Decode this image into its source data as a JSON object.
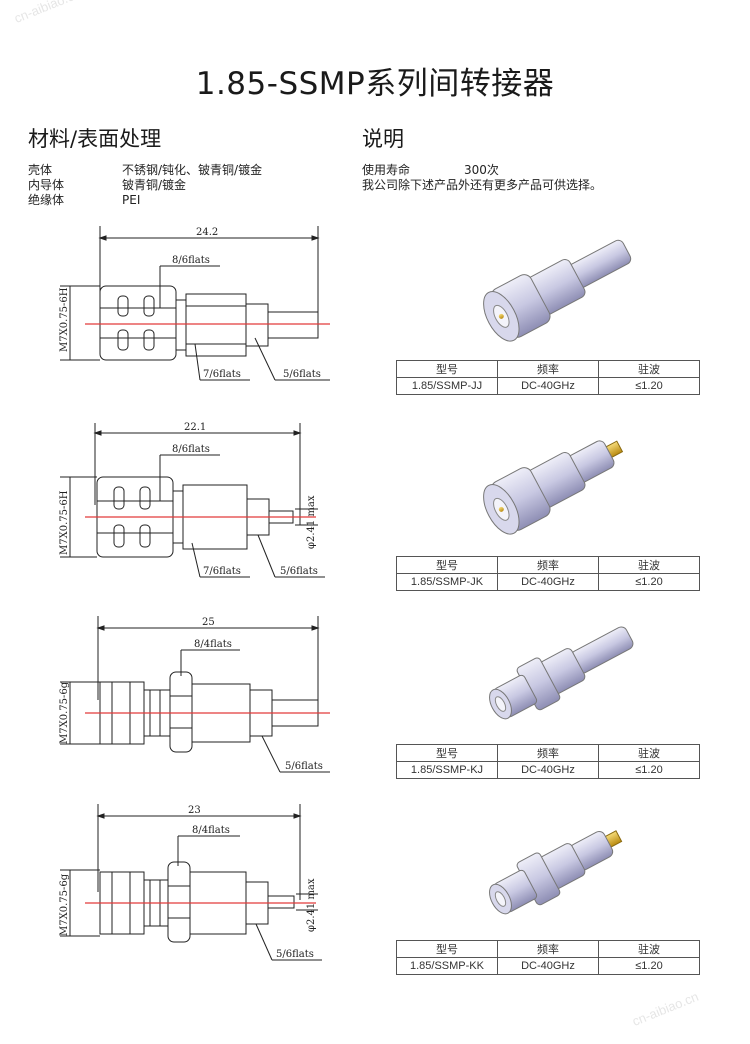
{
  "title": "1.85-SSMP系列间转接器",
  "materials": {
    "heading": "材料/表面处理",
    "rows": [
      {
        "part": "壳体",
        "value": "不锈钢/钝化、铍青铜/镀金"
      },
      {
        "part": "内导体",
        "value": "铍青铜/镀金"
      },
      {
        "part": "绝缘体",
        "value": "PEI"
      }
    ]
  },
  "notes": {
    "heading": "说明",
    "life_label": "使用寿命",
    "life_value": "300次",
    "remark": "我公司除下述产品外还有更多产品可供选择。"
  },
  "table_headers": {
    "model": "型号",
    "freq": "频率",
    "vswr": "驻波"
  },
  "products": [
    {
      "model": "1.85/SSMP-JJ",
      "freq": "DC-40GHz",
      "vswr": "≤1.20",
      "dims": {
        "length": "24.2",
        "flats_a": "8/6flats",
        "flats_b": "7/6flats",
        "flats_c": "5/6flats",
        "thread": "M7X0.75-6H"
      }
    },
    {
      "model": "1.85/SSMP-JK",
      "freq": "DC-40GHz",
      "vswr": "≤1.20",
      "dims": {
        "length": "22.1",
        "flats_a": "8/6flats",
        "flats_b": "7/6flats",
        "flats_c": "5/6flats",
        "thread": "M7X0.75-6H",
        "dia": "φ2.41 max"
      }
    },
    {
      "model": "1.85/SSMP-KJ",
      "freq": "DC-40GHz",
      "vswr": "≤1.20",
      "dims": {
        "length": "25",
        "flats_a": "8/4flats",
        "flats_c": "5/6flats",
        "thread": "M7X0.75-6g"
      }
    },
    {
      "model": "1.85/SSMP-KK",
      "freq": "DC-40GHz",
      "vswr": "≤1.20",
      "dims": {
        "length": "23",
        "flats_a": "8/4flats",
        "flats_c": "5/6flats",
        "thread": "M7X0.75-6g",
        "dia": "φ2.41 max"
      }
    }
  ],
  "watermark": "cn-aibiao.cn",
  "colors": {
    "centerline": "#e23b3b",
    "outline": "#222222",
    "metal": "#c9c9e0",
    "gold": "#d4a21a"
  }
}
